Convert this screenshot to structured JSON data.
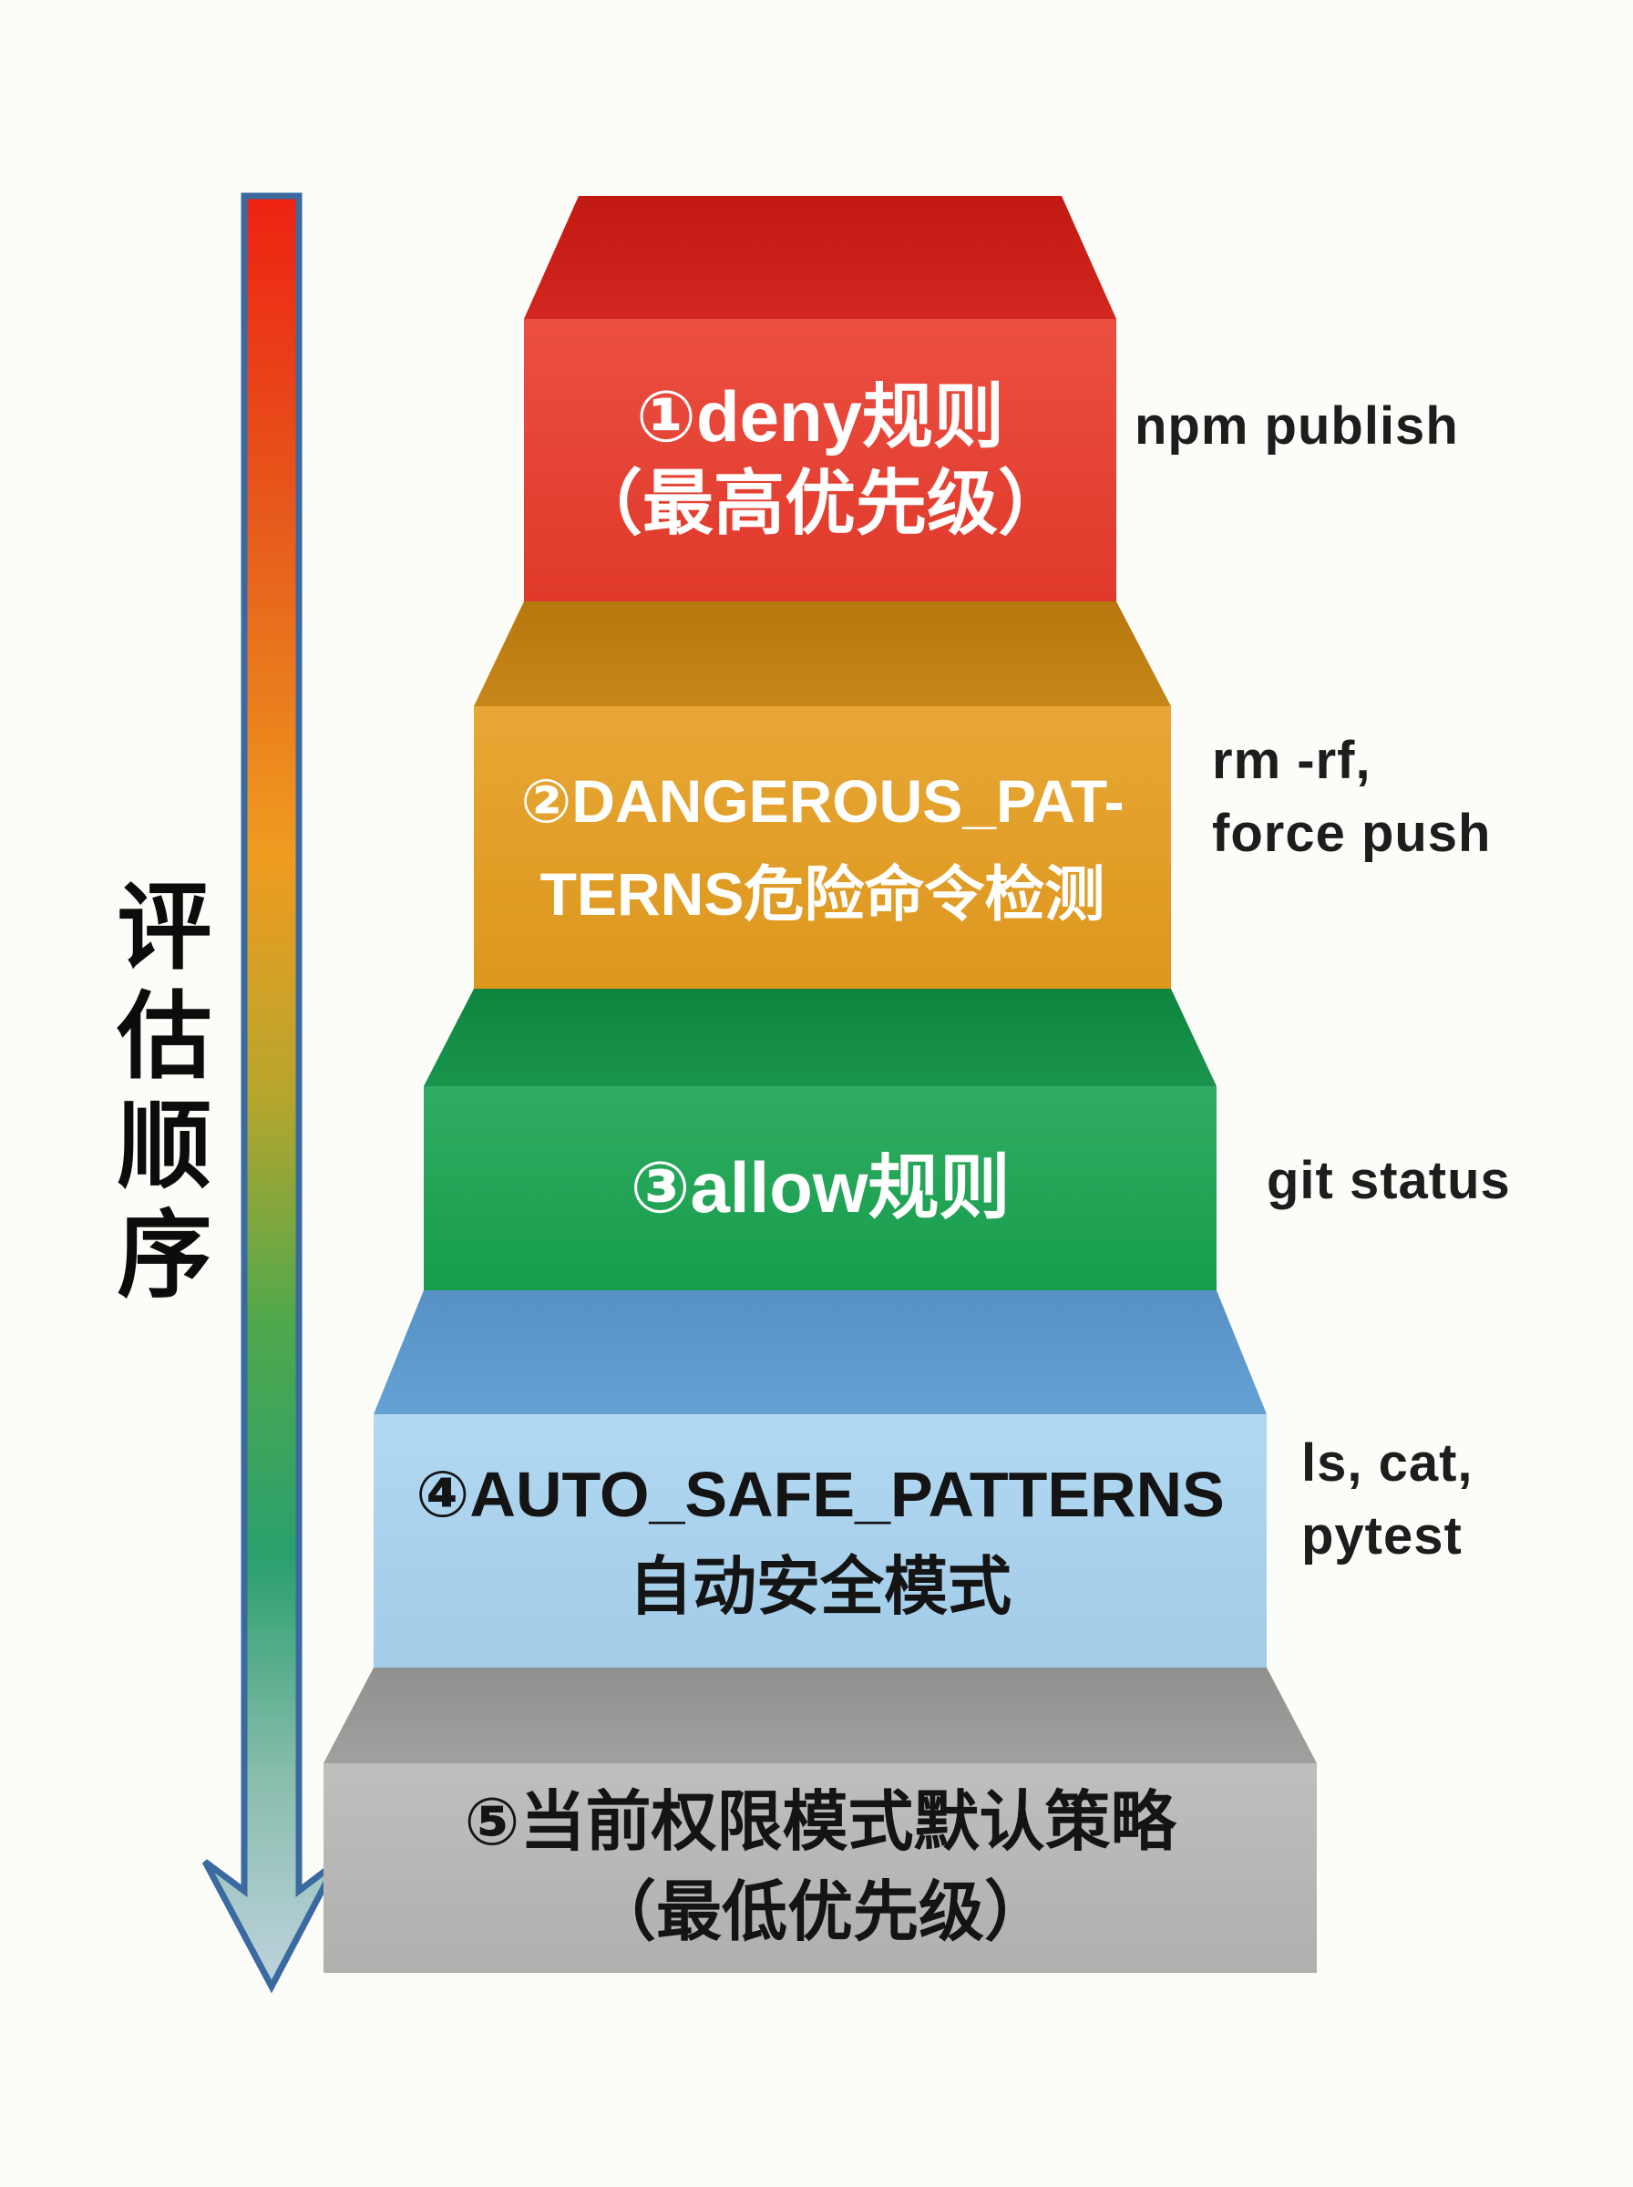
{
  "page": {
    "background": "#fcfcf9"
  },
  "left_label": "评估顺序",
  "arrow": {
    "border": "#3a6aa0",
    "gradient": [
      "#ee2213",
      "#e65a1c",
      "#ef9c20",
      "#b8a52d",
      "#4fa84d",
      "#2aa06d",
      "#87bcab",
      "#bed3de"
    ]
  },
  "steps": [
    {
      "num": "1",
      "label_lines": [
        "①deny规则",
        "（最高优先级）"
      ],
      "annotation_lines": [
        "npm publish"
      ],
      "front_color": "#e93b2c",
      "top_color": "#d01b14",
      "text_color": "#ffffff"
    },
    {
      "num": "2",
      "label_lines": [
        "②DANGEROUS_PAT-",
        "TERNS危险命令检测"
      ],
      "annotation_lines": [
        "rm -rf,",
        "force push"
      ],
      "front_color": "#e59d1e",
      "top_color": "#c4800e",
      "text_color": "#ffffff"
    },
    {
      "num": "3",
      "label_lines": [
        "③allow规则"
      ],
      "annotation_lines": [
        "git status"
      ],
      "front_color": "#18a350",
      "top_color": "#0e8f44",
      "text_color": "#ffffff"
    },
    {
      "num": "4",
      "label_lines": [
        "④AUTO_SAFE_PATTERNS",
        "自动安全模式"
      ],
      "annotation_lines": [
        "ls, cat,",
        "pytest"
      ],
      "front_color": "#a9d4f1",
      "top_color": "#5d9cd2",
      "text_color": "#141414"
    },
    {
      "num": "5",
      "label_lines": [
        "⑤当前权限模式默认策略",
        "（最低优先级）"
      ],
      "annotation_lines": [],
      "front_color": "#b7b7b5",
      "top_color": "#9b9b99",
      "text_color": "#141414"
    }
  ]
}
